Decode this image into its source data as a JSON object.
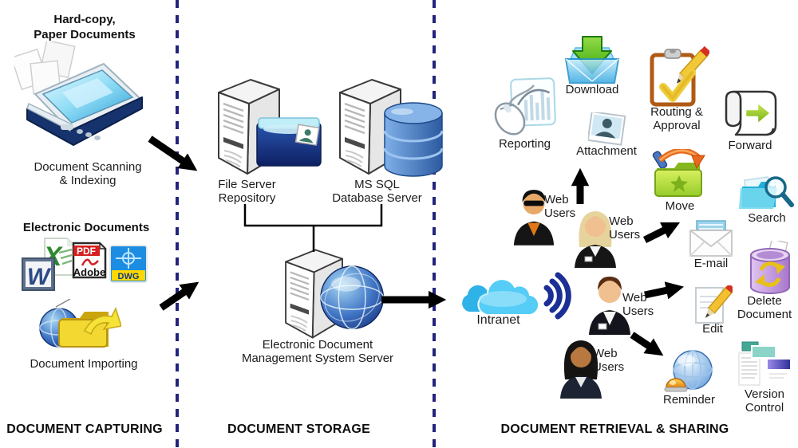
{
  "colors": {
    "separator": "#23237d",
    "arrow": "#000000",
    "cloud": "#55cdf6",
    "wifi": "#1b2f96"
  },
  "capturing": {
    "header": "DOCUMENT CAPTURING",
    "hardcopy_title": "Hard-copy,\nPaper Documents",
    "scanning_label": "Document Scanning\n& Indexing",
    "electronic_title": "Electronic Documents",
    "importing_label": "Document Importing",
    "file_icons": {
      "word": "W",
      "excel": "X",
      "pdf": "PDF",
      "pdf_sub": "Adobe",
      "dwg": "DWG"
    }
  },
  "storage": {
    "header": "DOCUMENT STORAGE",
    "file_server_label": "File Server\nRepository",
    "sql_server_label": "MS SQL\nDatabase Server",
    "edms_label": "Electronic Document\nManagement System Server"
  },
  "retrieval": {
    "header": "DOCUMENT RETRIEVAL & SHARING",
    "intranet_label": "Intranet",
    "web_users_label": "Web\nUsers",
    "features": {
      "reporting": "Reporting",
      "download": "Download",
      "attachment": "Attachment",
      "routing": "Routing &\nApproval",
      "forward": "Forward",
      "move": "Move",
      "search": "Search",
      "email": "E-mail",
      "delete": "Delete\nDocument",
      "edit": "Edit",
      "reminder": "Reminder",
      "version": "Version\nControl"
    }
  }
}
